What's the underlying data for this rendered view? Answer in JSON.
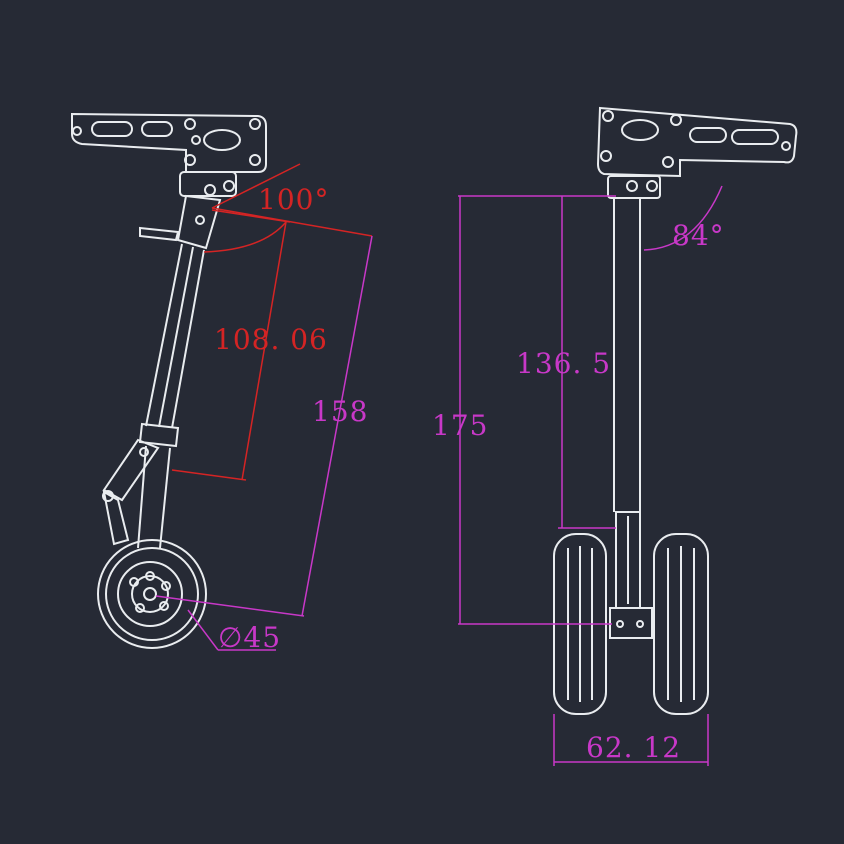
{
  "drawing": {
    "colors": {
      "background": "#262a35",
      "outline": "#e9ecef",
      "dimension_red": "#d42424",
      "dimension_magenta": "#c838c8"
    },
    "side_view": {
      "angle_label": "100°",
      "strut_length_label": "108. 06",
      "overall_length_label": "158",
      "wheel_diameter_label": "∅45"
    },
    "front_view": {
      "angle_label": "84°",
      "strut_height_label": "136. 5",
      "total_height_label": "175",
      "track_width_label": "62. 12"
    }
  }
}
